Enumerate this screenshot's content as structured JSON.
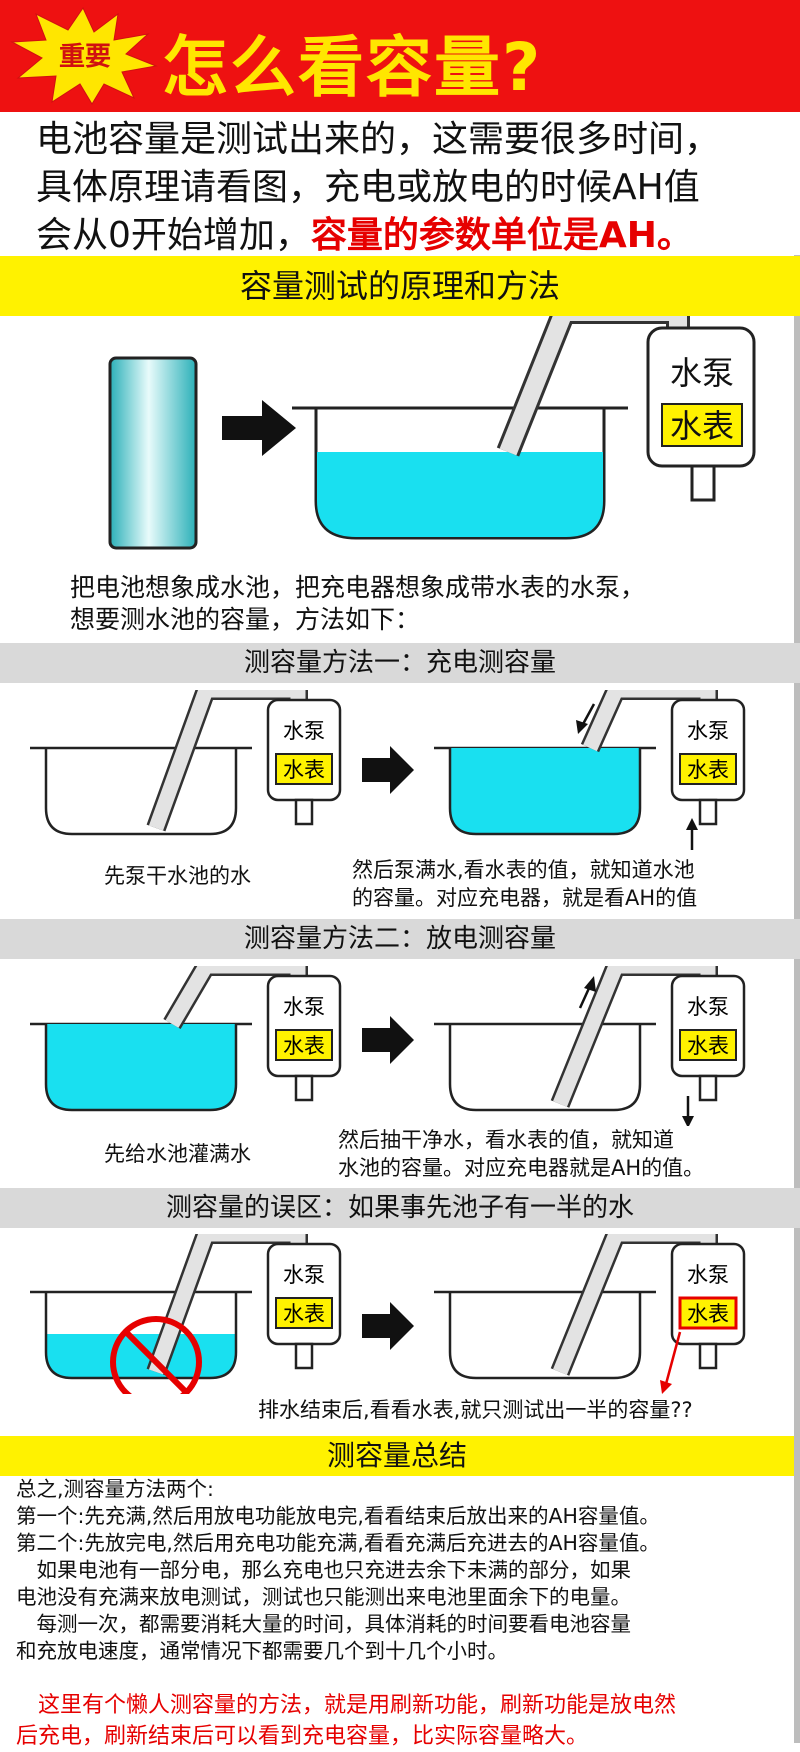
{
  "banner": {
    "badge": "重要",
    "title": "怎么看容量?"
  },
  "intro": {
    "lines": [
      "电池容量是测试出来的，这需要很多时间，",
      "具体原理请看图，充电或放电的时候AH值",
      "会从0开始增加，"
    ],
    "highlight": "容量的参数单位是AH。"
  },
  "principle": {
    "heading": "容量测试的原理和方法",
    "pump_label": "水泵",
    "meter_label": "水表",
    "caption_lines": [
      "把电池想象成水池，把充电器想象成带水表的水泵，",
      "想要测水池的容量，方法如下："
    ]
  },
  "method1": {
    "heading": "测容量方法一：充电测容量",
    "pump_label": "水泵",
    "meter_label": "水表",
    "left_caption": "先泵干水池的水",
    "right_caption_lines": [
      "然后泵满水,看水表的值，就知道水池",
      "的容量。对应充电器，就是看AH的值"
    ]
  },
  "method2": {
    "heading": "测容量方法二：放电测容量",
    "pump_label": "水泵",
    "meter_label": "水表",
    "left_caption": "先给水池灌满水",
    "right_caption_lines": [
      "然后抽干净水，看水表的值，就知道",
      "水池的容量。对应充电器就是AH的值。"
    ]
  },
  "mistake": {
    "heading": "测容量的误区：如果事先池子有一半的水",
    "pump_label": "水泵",
    "meter_label": "水表",
    "caption": "排水结束后,看看水表,就只测试出一半的容量??"
  },
  "summary": {
    "heading": "测容量总结",
    "lines": [
      "总之,测容量方法两个:",
      "第一个:先充满,然后用放电功能放电完,看看结束后放出来的AH容量值。",
      "第二个:先放完电,然后用充电功能充满,看看充满后充进去的AH容量值。",
      "　如果电池有一部分电，那么充电也只充进去余下未满的部分，如果",
      "电池没有充满来放电测试，测试也只能测出来电池里面余下的电量。",
      "　每测一次，都需要消耗大量的时间，具体消耗的时间要看电池容量",
      "和充放电速度，通常情况下都需要几个到十几个小时。"
    ],
    "red_lines": [
      "　这里有个懒人测容量的方法，就是用刷新功能，刷新功能是放电然",
      "后充电，刷新结束后可以看到充电容量，比实际容量略大。"
    ]
  },
  "colors": {
    "banner_red": "#ee1111",
    "title_yellow": "#ffe600",
    "header_yellow": "#fff200",
    "water_cyan": "#19e0f0",
    "highlight_red": "#e60000"
  },
  "icons": [
    "burst-star-icon",
    "battery-icon",
    "arrow-right-icon",
    "pump-icon",
    "prohibited-icon"
  ]
}
